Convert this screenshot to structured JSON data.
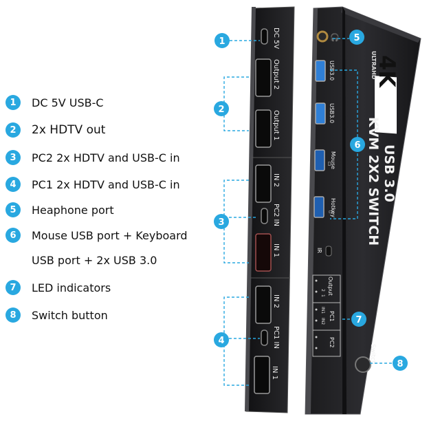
{
  "legend": [
    {
      "num": "1",
      "text": "DC 5V USB-C"
    },
    {
      "num": "2",
      "text": "2x HDTV out"
    },
    {
      "num": "3",
      "text": "PC2 2x HDTV and USB-C in"
    },
    {
      "num": "4",
      "text": "PC1 2x HDTV and USB-C in"
    },
    {
      "num": "5",
      "text": "Heaphone port"
    },
    {
      "num": "6",
      "text": "Mouse USB port + Keyboard",
      "cont": "USB port + 2x USB 3.0"
    },
    {
      "num": "7",
      "text": "LED indicators"
    },
    {
      "num": "8",
      "text": "Switch button"
    }
  ],
  "rear_panel": {
    "dc": "DC 5V",
    "output2": "Output 2",
    "output1": "Output 1",
    "pc2_in2": "IN 2",
    "pc2_in": "PC2 IN",
    "pc2_in1": "IN 1",
    "pc1_in2": "IN 2",
    "pc1_in": "PC1 IN",
    "pc1_in1": "IN 1"
  },
  "front_panel": {
    "badge_4k": "4K",
    "badge_ultrahd": "ULTRAHD",
    "title_line1": "USB 3.0",
    "title_line2": "KVM 2X2 SWITCH",
    "usb1": "USB3.0",
    "usb2": "USB3.0",
    "mouse": "Mouse",
    "hotkey": "Hotkey",
    "ir": "IR",
    "output": "Output",
    "out_1": "1",
    "out_2": "2",
    "pc1": "PC1",
    "pc2": "PC2",
    "in1": "IN1",
    "in2": "IN2",
    "switch": "Switch"
  },
  "colors": {
    "callout": "#29a8e0",
    "device": "#1c1c1e",
    "accent_usb": "#2f7fd6"
  }
}
